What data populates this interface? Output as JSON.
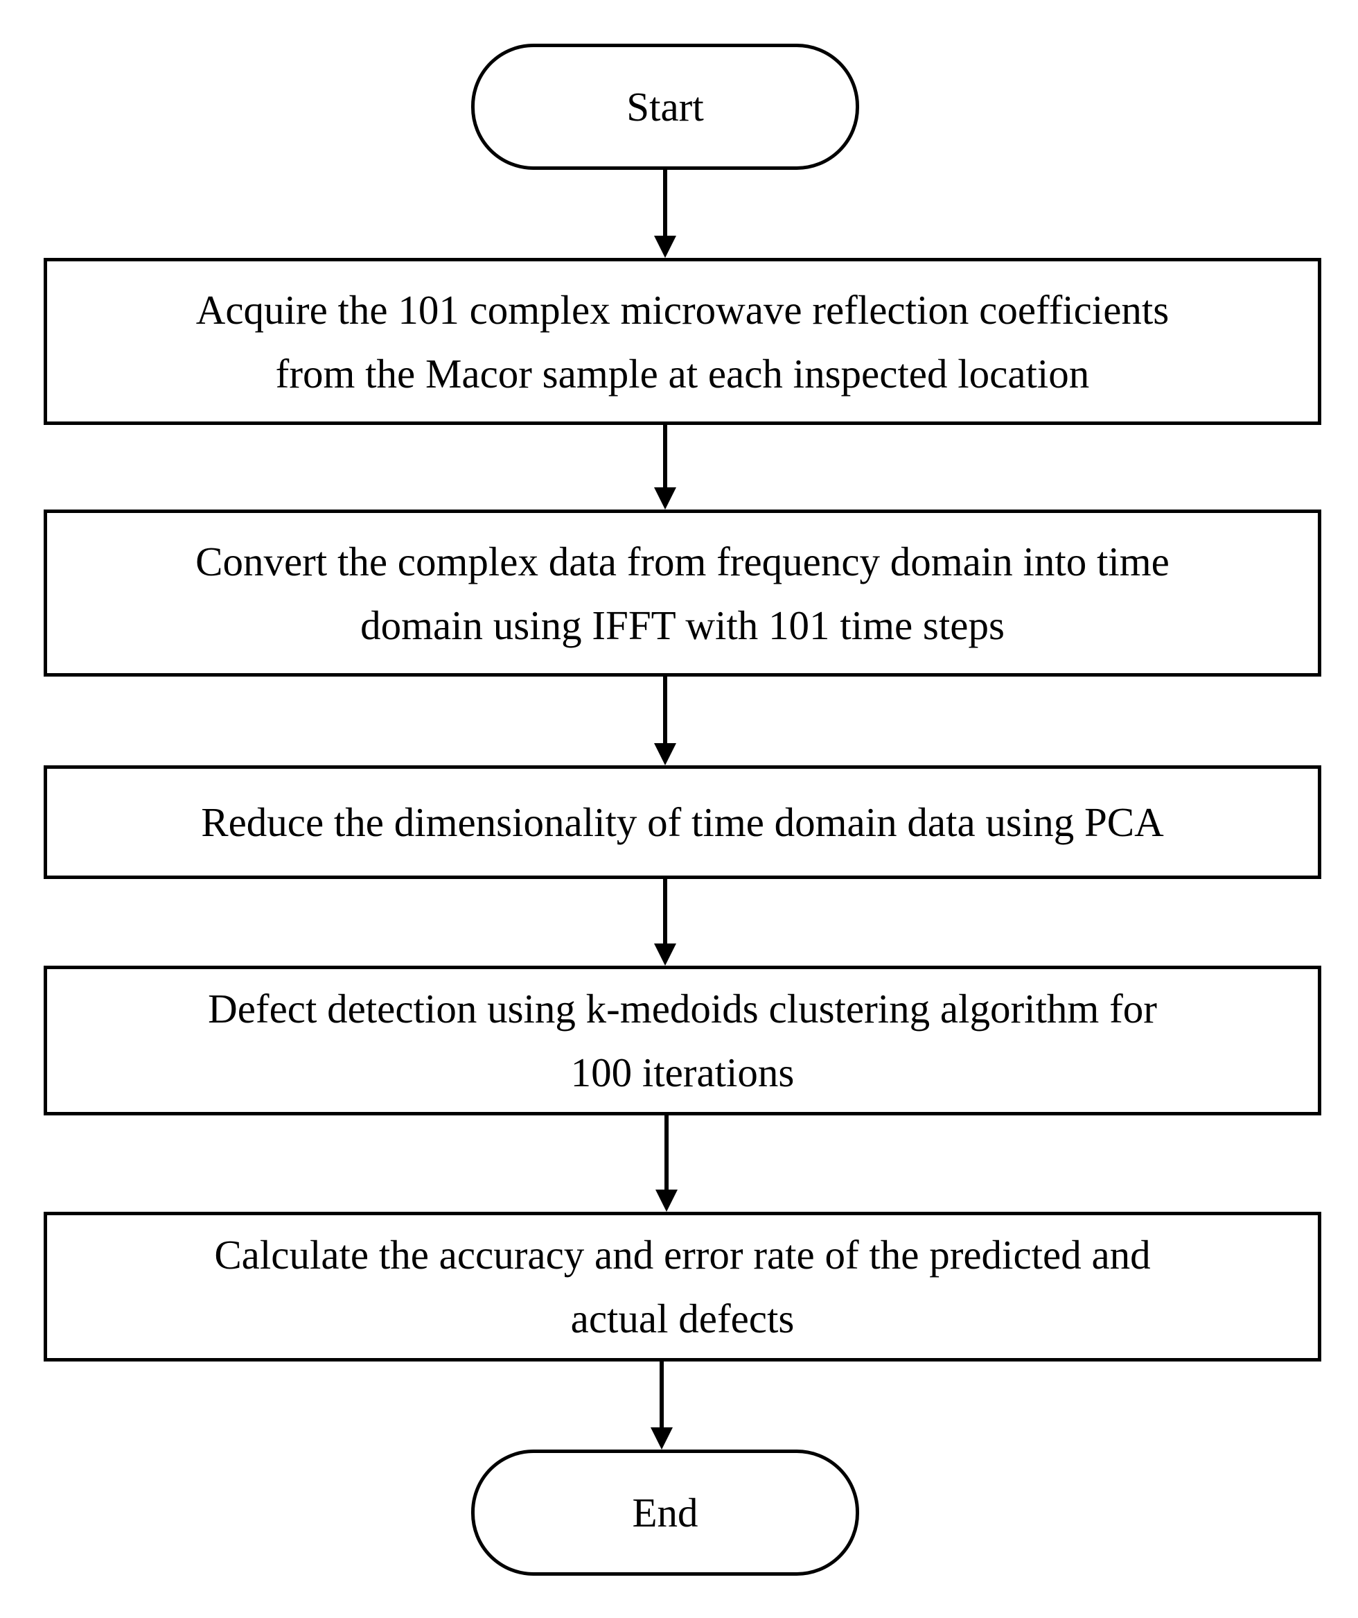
{
  "flowchart": {
    "start": "Start",
    "steps": [
      {
        "lines": [
          "Acquire the 101 complex microwave reflection coefficients",
          "from the Macor sample at each inspected location"
        ]
      },
      {
        "lines": [
          "Convert the complex data from frequency domain into time",
          "domain using IFFT with 101 time steps"
        ]
      },
      {
        "lines": [
          "Reduce the dimensionality of time domain data using PCA"
        ]
      },
      {
        "lines": [
          "Defect detection using k-medoids clustering algorithm for",
          "100 iterations"
        ]
      },
      {
        "lines": [
          "Calculate the accuracy and error rate of the predicted and",
          "actual defects"
        ]
      }
    ],
    "end": "End"
  }
}
